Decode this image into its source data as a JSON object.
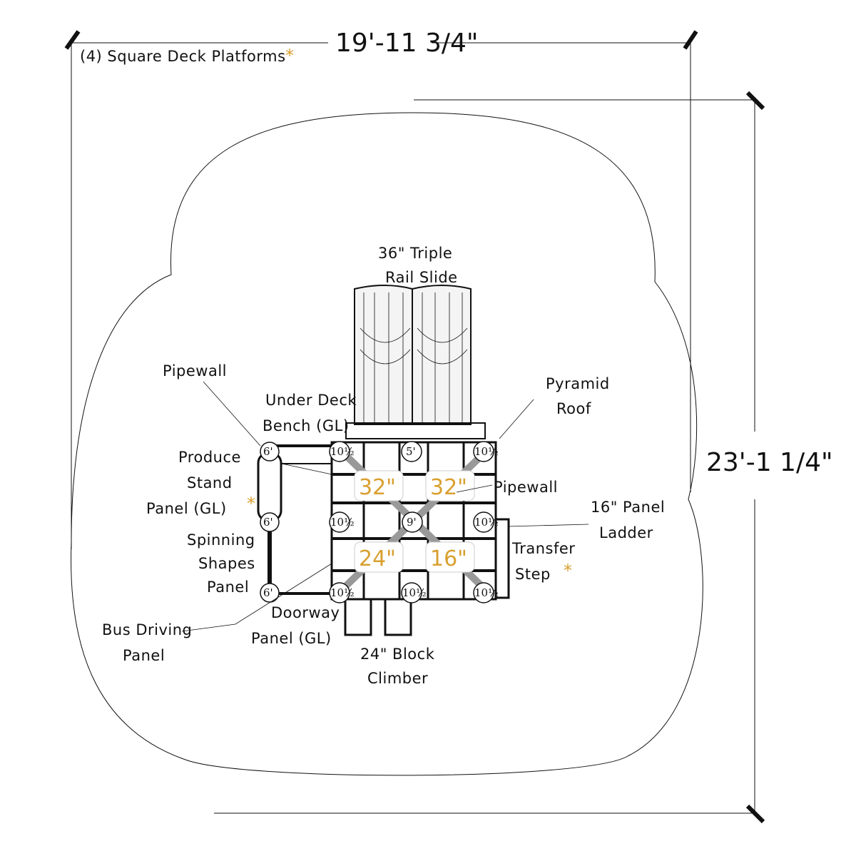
{
  "dimensions": {
    "width": "19'-11 3/4\"",
    "height": "23'-1 1/4\""
  },
  "note": {
    "text": "(4) Square Deck Platforms",
    "star": "*"
  },
  "labels": {
    "slide": [
      "36\" Triple",
      "Rail Slide"
    ],
    "pipewall_left": "Pipewall",
    "bench": [
      "Under Deck",
      "Bench (GL)"
    ],
    "pyramid_roof": [
      "Pyramid",
      "Roof"
    ],
    "produce_stand": [
      "Produce",
      "Stand",
      "Panel (GL)"
    ],
    "pipewall_right": "Pipewall",
    "panel_ladder": [
      "16\" Panel",
      "Ladder"
    ],
    "spinning_shapes": [
      "Spinning",
      "Shapes",
      "Panel"
    ],
    "transfer_step": [
      "Transfer",
      "Step"
    ],
    "bus_driving": [
      "Bus Driving",
      "Panel"
    ],
    "doorway": [
      "Doorway",
      "Panel (GL)"
    ],
    "block_climber": [
      "24\" Block",
      "Climber"
    ]
  },
  "deck_heights": [
    "32\"",
    "32\"",
    "24\"",
    "16\""
  ],
  "post_heights": {
    "six": "6'",
    "ten_half": "10½",
    "five": "5'",
    "nine": "9'"
  },
  "colors": {
    "accent": "#d9a030",
    "line": "#111111"
  }
}
